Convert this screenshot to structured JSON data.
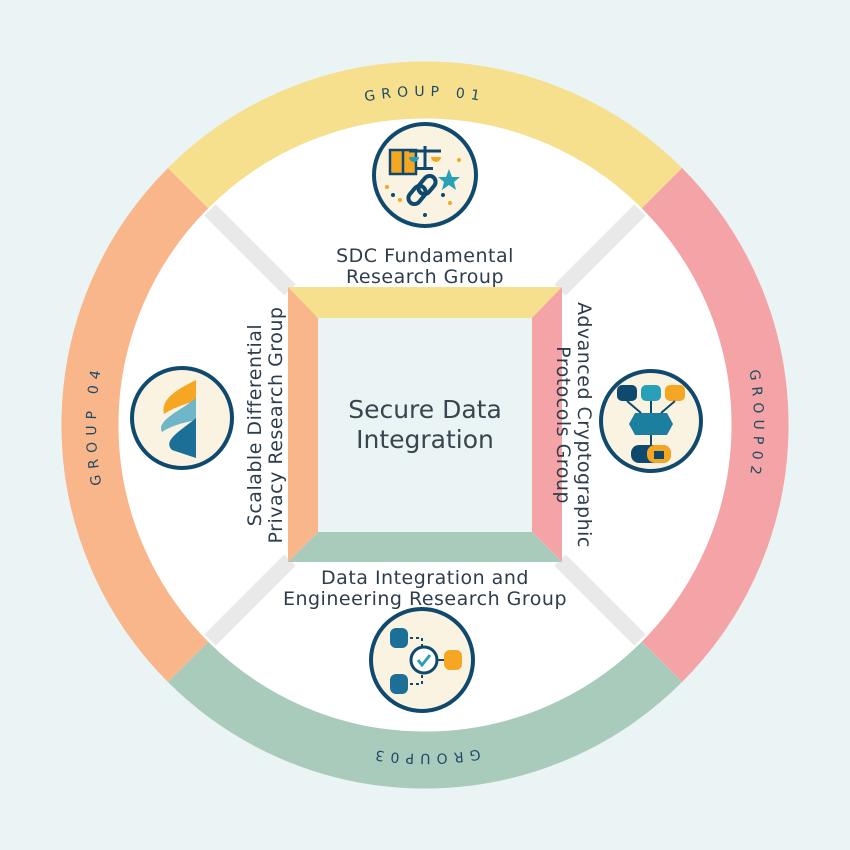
{
  "center_title": {
    "line1": "Secure Data",
    "line2": "Integration"
  },
  "groups": [
    {
      "ring_label": "GROUP 01",
      "name_line1": "SDC Fundamental",
      "name_line2": "Research Group",
      "color": "#f6df8d",
      "icon": "scales-book-chain-icon"
    },
    {
      "ring_label": "GROUP02",
      "name_line1": "Advanced Cryptographic",
      "name_line2": "Protocols Group",
      "color": "#f4a4a6",
      "icon": "encrypted-data-merge-icon"
    },
    {
      "ring_label": "GROUP03",
      "name_line1": "Data Integration and",
      "name_line2": "Engineering Research Group",
      "color": "#a9cbbc",
      "icon": "database-integration-icon"
    },
    {
      "ring_label": "GROUP 04",
      "name_line1": "Scalable Differential",
      "name_line2": "Privacy Research Group",
      "color": "#f9b68b",
      "icon": "privacy-logo-icon"
    }
  ]
}
